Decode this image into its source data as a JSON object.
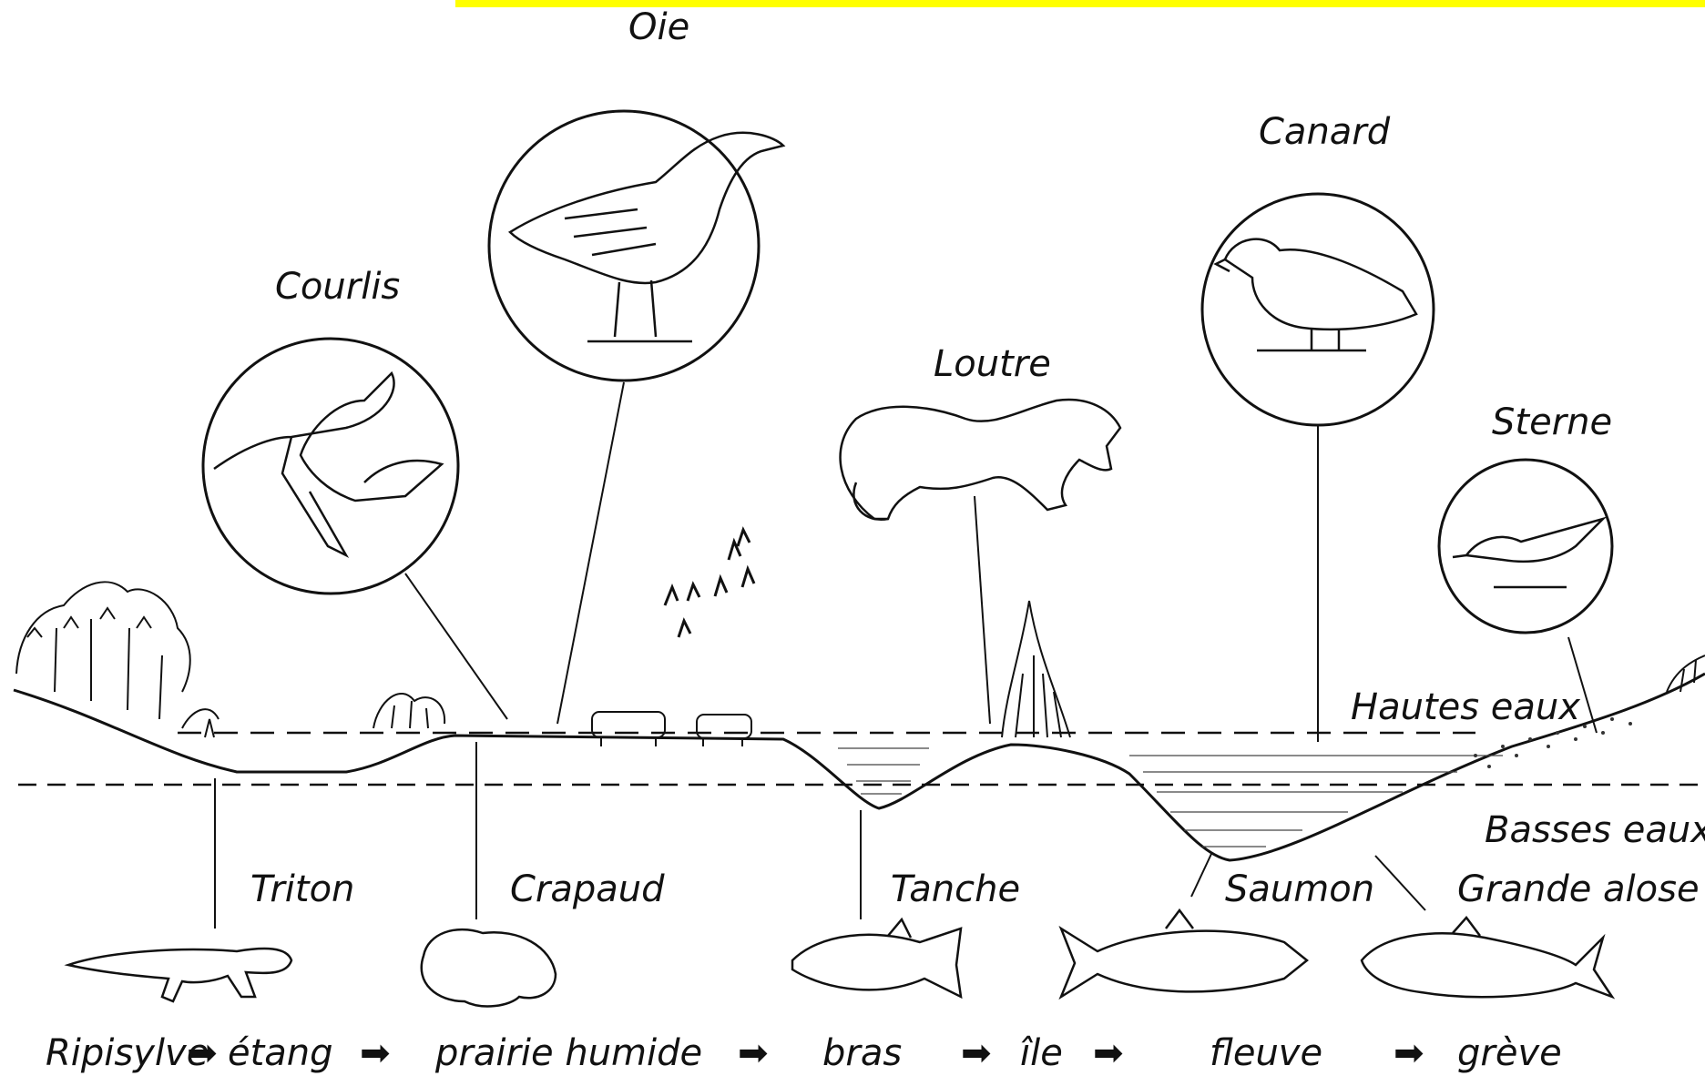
{
  "animals_top": {
    "oie": "Oie",
    "canard": "Canard",
    "courlis": "Courlis",
    "loutre": "Loutre",
    "sterne": "Sterne"
  },
  "water_levels": {
    "high": "Hautes eaux",
    "low": "Basses eaux"
  },
  "animals_bottom": {
    "triton": "Triton",
    "crapaud": "Crapaud",
    "tanche": "Tanche",
    "saumon": "Saumon",
    "grande_alose": "Grande alose"
  },
  "sequence": [
    "Ripisylve",
    "étang",
    "prairie humide",
    "bras",
    "île",
    "fleuve",
    "grève"
  ],
  "arrow_glyph": "➡",
  "colors": {
    "top_band": "#ffff00",
    "ink": "#111111"
  }
}
